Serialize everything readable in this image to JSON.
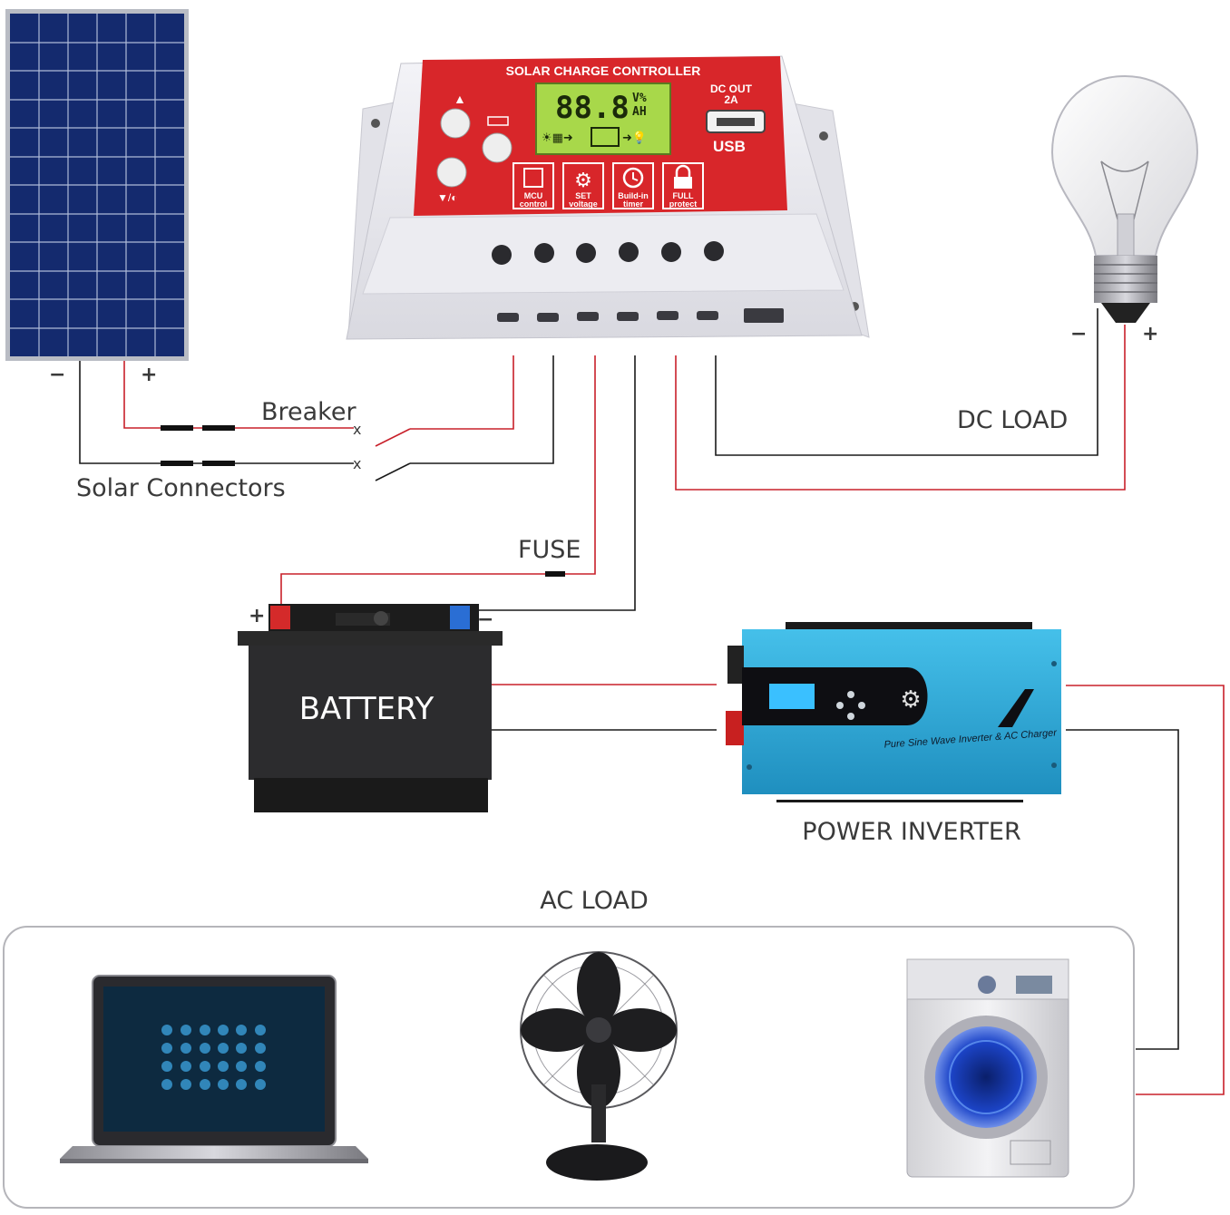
{
  "colors": {
    "wire_red": "#c8202a",
    "wire_black": "#1a1a1a",
    "controller_red": "#d8262a",
    "controller_body": "#e9e9ee",
    "lcd_green": "#a8d84a",
    "inverter_blue": "#2aa7d6",
    "panel_blue": "#142a6e"
  },
  "labels": {
    "breaker": "Breaker",
    "solar_connectors": "Solar Connectors",
    "fuse": "FUSE",
    "dc_load": "DC LOAD",
    "battery": "BATTERY",
    "power_inverter": "POWER INVERTER",
    "ac_load": "AC LOAD",
    "panel_minus": "−",
    "panel_plus": "+",
    "bulb_minus": "−",
    "bulb_plus": "+",
    "battery_plus": "+",
    "battery_minus": "−",
    "breaker_x1": "x",
    "breaker_x2": "x"
  },
  "controller": {
    "title": "SOLAR CHARGE CONTROLLER",
    "lcd_digits": "88.8",
    "lcd_unit_top": "V%",
    "lcd_unit_bottom": "AH",
    "dc_out_line1": "DC OUT",
    "dc_out_line2": "2A",
    "usb": "USB",
    "features": [
      {
        "line1": "MCU",
        "line2": "control"
      },
      {
        "line1": "SET",
        "line2": "voltage"
      },
      {
        "line1": "Build-in",
        "line2": "timer"
      },
      {
        "line1": "FULL",
        "line2": "protect"
      }
    ]
  },
  "inverter": {
    "brand_text": "Pure Sine Wave Inverter & AC Charger"
  },
  "icons": [
    "solar-panel-icon",
    "light-bulb-icon",
    "battery-icon",
    "laptop-icon",
    "fan-icon",
    "washing-machine-icon",
    "usb-icon",
    "lock-icon",
    "clock-icon",
    "gear-icon",
    "chip-icon"
  ]
}
